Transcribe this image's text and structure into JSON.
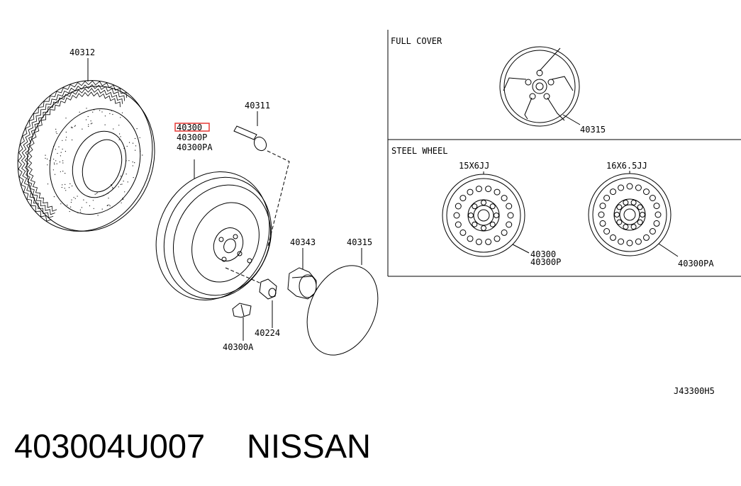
{
  "diagram": {
    "labels": {
      "tire": "40312",
      "highlighted_part": "40300",
      "wheel_p": "40300P",
      "wheel_pa": "40300PA",
      "valve": "40311",
      "cap_center": "40343",
      "cover_small": "40315",
      "nut": "40224",
      "weight": "40300A",
      "full_cover_title": "FULL COVER",
      "full_cover_part": "40315",
      "steel_wheel_title": "STEEL WHEEL",
      "size_15": "15X6JJ",
      "size_16": "16X6.5JJ",
      "steel15_a": "40300",
      "steel15_b": "40300P",
      "steel16": "40300PA",
      "diagram_code": "J43300H5"
    },
    "highlight_color": "#e53935"
  },
  "caption": {
    "part_number": "403004U007",
    "brand": "NISSAN"
  }
}
